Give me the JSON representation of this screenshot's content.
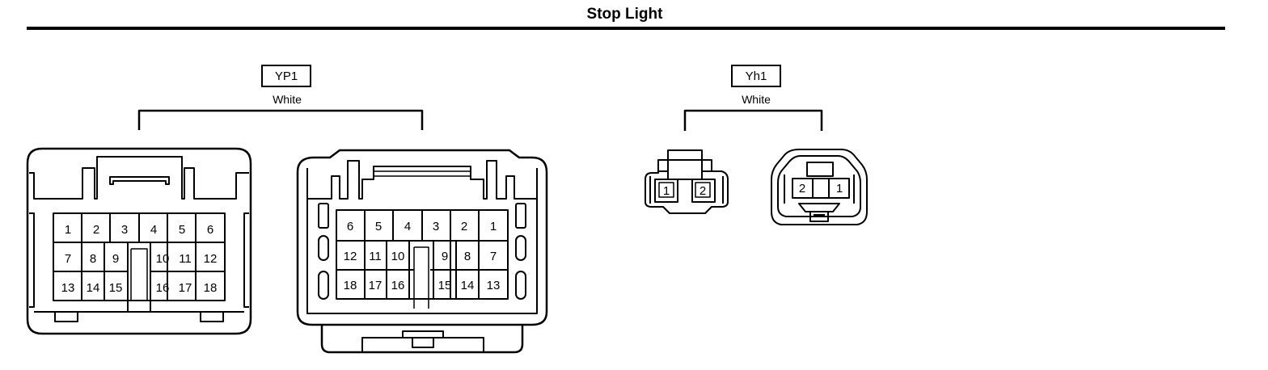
{
  "title": "Stop Light",
  "connectors": [
    {
      "id": "YP1",
      "color": "White",
      "views": [
        {
          "pins_row1": [
            "1",
            "2",
            "3",
            "4",
            "5",
            "6"
          ],
          "pins_row2": [
            "7",
            "8",
            "9",
            "10",
            "11",
            "12"
          ],
          "pins_row3": [
            "13",
            "14",
            "15",
            "16",
            "17",
            "18"
          ]
        },
        {
          "pins_row1": [
            "6",
            "5",
            "4",
            "3",
            "2",
            "1"
          ],
          "pins_row2": [
            "12",
            "11",
            "10",
            "9",
            "8",
            "7"
          ],
          "pins_row3": [
            "18",
            "17",
            "16",
            "15",
            "14",
            "13"
          ]
        }
      ]
    },
    {
      "id": "Yh1",
      "color": "White",
      "views": [
        {
          "pins": [
            "1",
            "2"
          ]
        },
        {
          "pins": [
            "2",
            "1"
          ]
        }
      ]
    }
  ]
}
